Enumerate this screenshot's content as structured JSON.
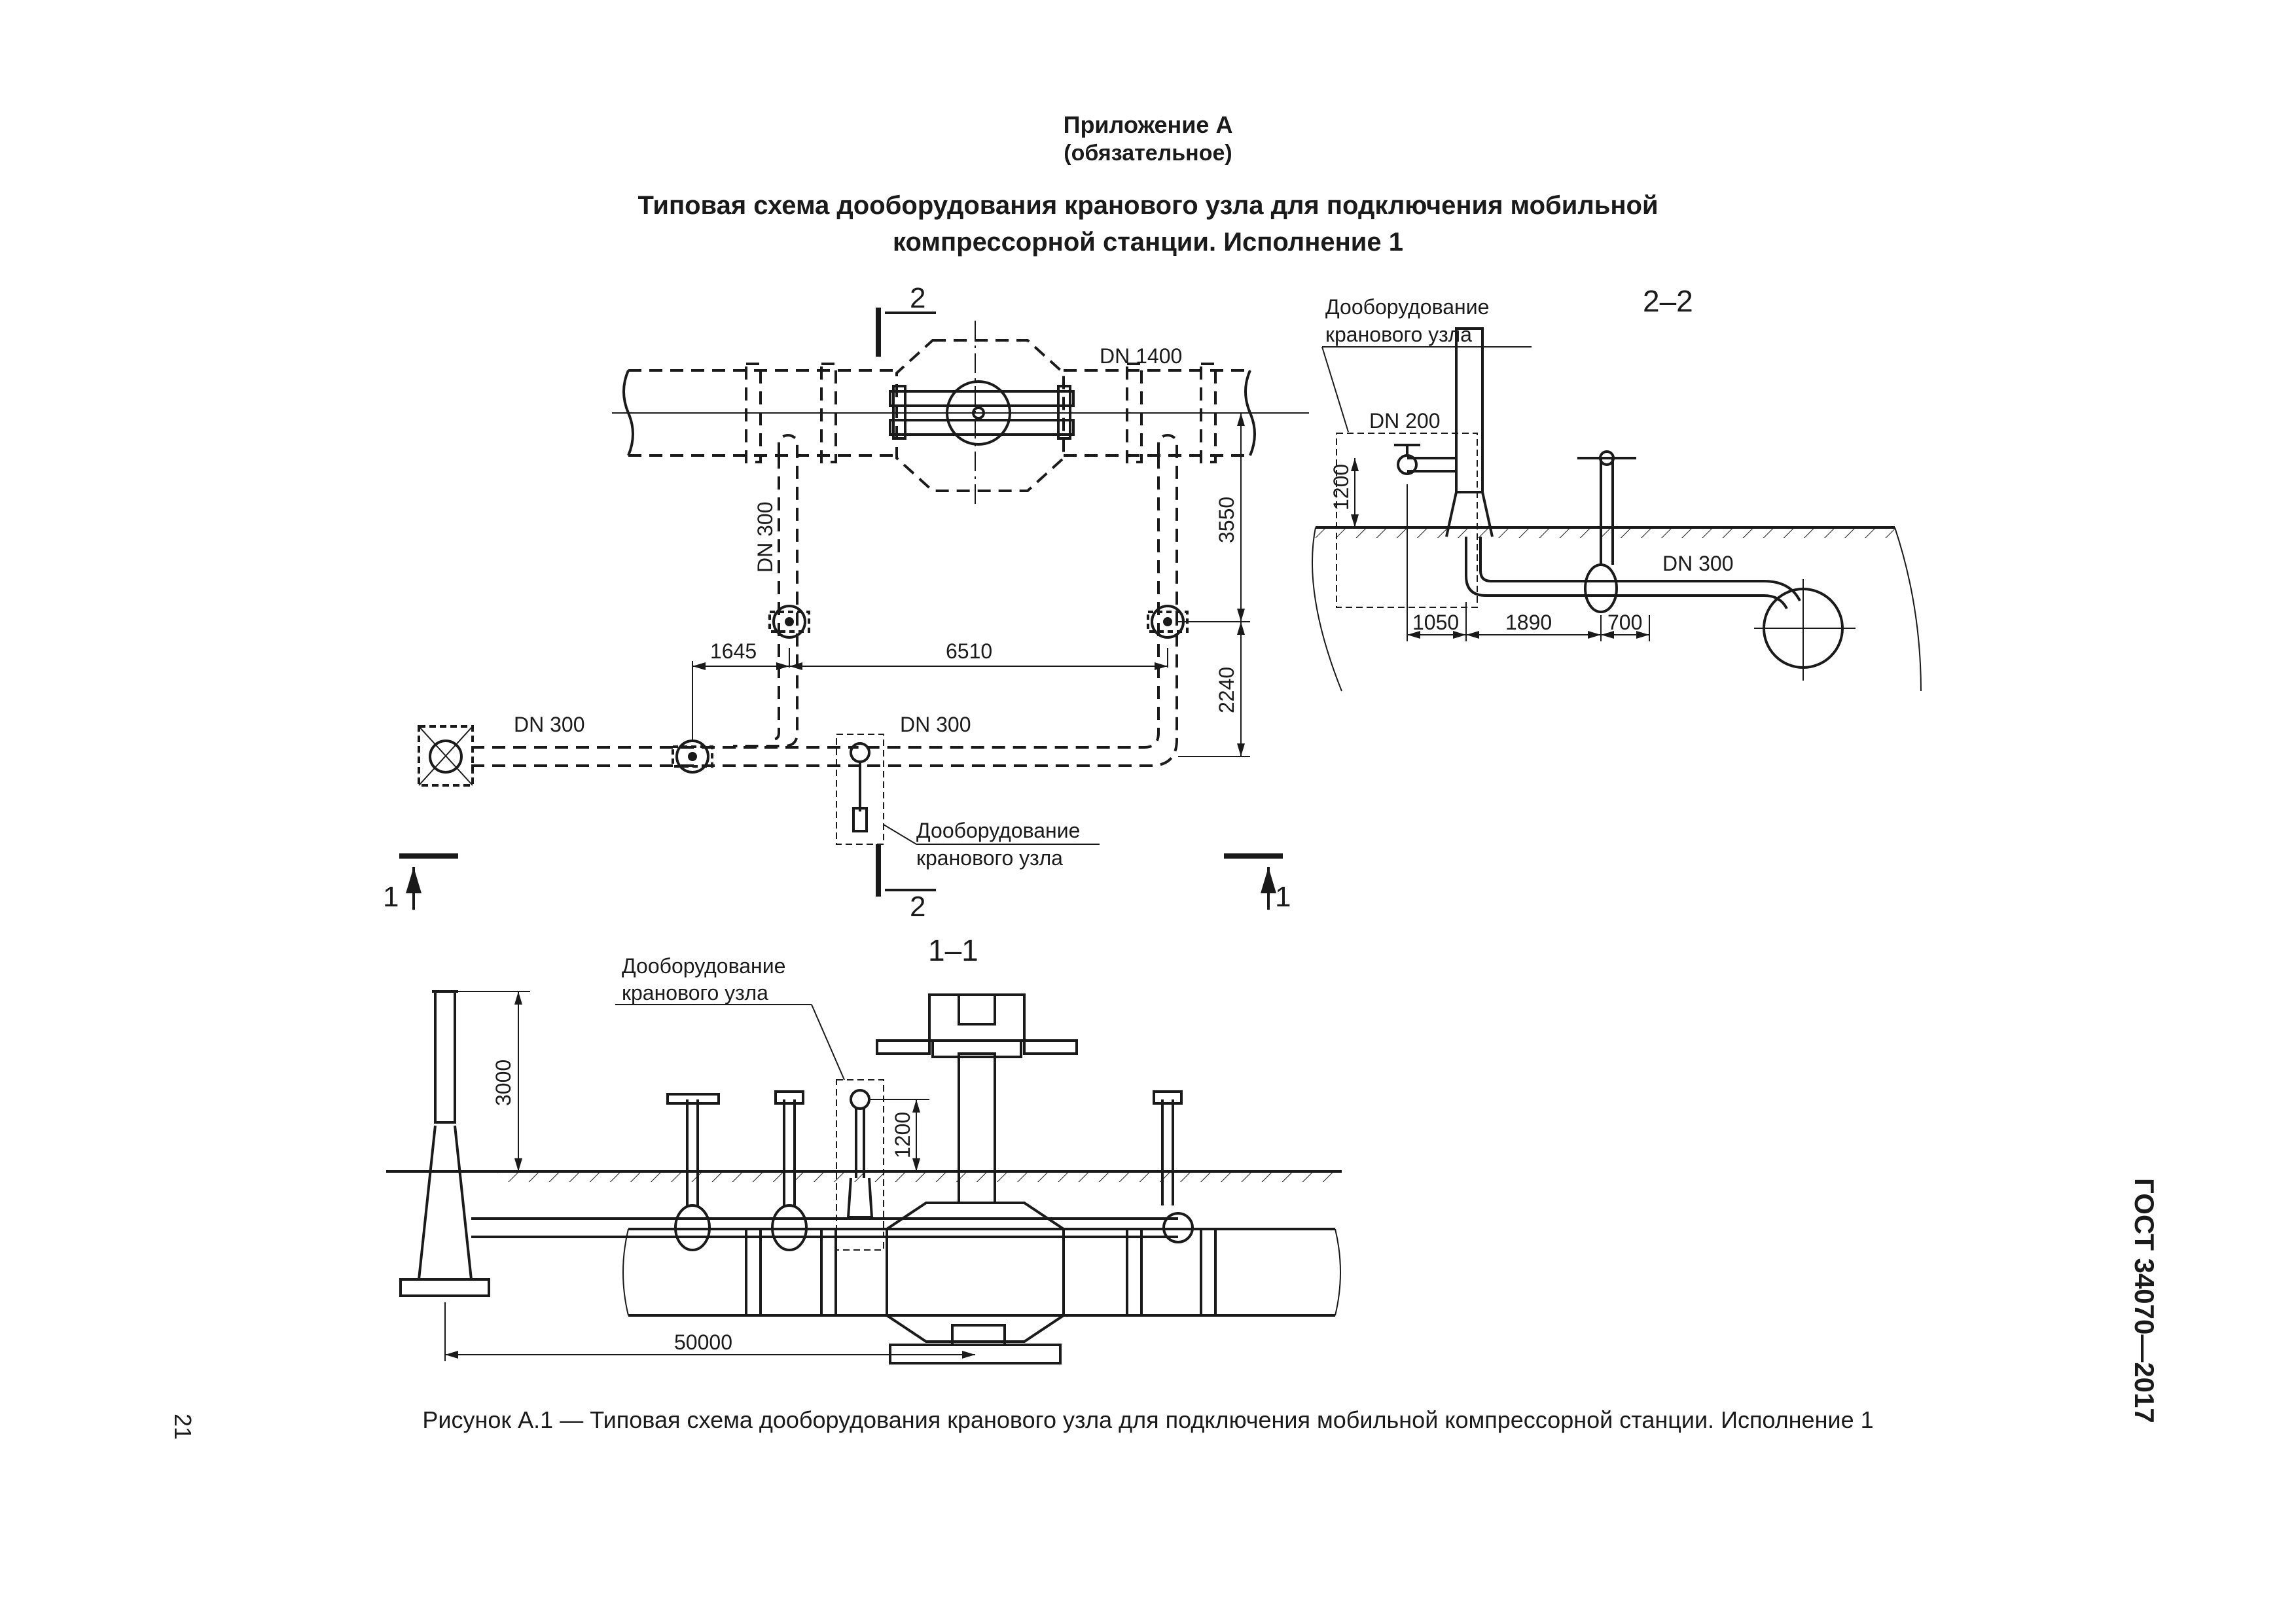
{
  "header": {
    "annex": "Приложение А",
    "annex_note": "(обязательное)",
    "title_line1": "Типовая схема дооборудования кранового узла для подключения мобильной",
    "title_line2": "компрессорной станции. Исполнение 1"
  },
  "plan": {
    "dn_main": "DN 1400",
    "dn_branch_left": "DN 300",
    "dn_branch_right": "DN 300",
    "dn_vertical": "DN 300",
    "dim_3550": "3550",
    "dim_2240": "2240",
    "dim_1645": "1645",
    "dim_6510": "6510",
    "equip_label_line1": "Дооборудование",
    "equip_label_line2": "кранового узла",
    "section_2_top": "2",
    "section_2_bottom": "2",
    "section_1_left": "1",
    "section_1_right": "1"
  },
  "section_22": {
    "title": "2–2",
    "equip_label_line1": "Дооборудование",
    "equip_label_line2": "кранового узла",
    "dn_200": "DN 200",
    "dn_300": "DN 300",
    "dim_1200": "1200",
    "dim_1050": "1050",
    "dim_1890": "1890",
    "dim_700": "700"
  },
  "section_11": {
    "title": "1–1",
    "equip_label_line1": "Дооборудование",
    "equip_label_line2": "кранового узла",
    "dim_3000": "3000",
    "dim_1200": "1200",
    "dim_50000": "50000"
  },
  "footer": {
    "caption": "Рисунок А.1 — Типовая схема дооборудования кранового узла для подключения мобильной компрессорной станции. Исполнение 1",
    "page_number": "21",
    "standard": "ГОСТ 34070—2017"
  },
  "colors": {
    "ink": "#1a1a1a",
    "paper": "#ffffff"
  }
}
